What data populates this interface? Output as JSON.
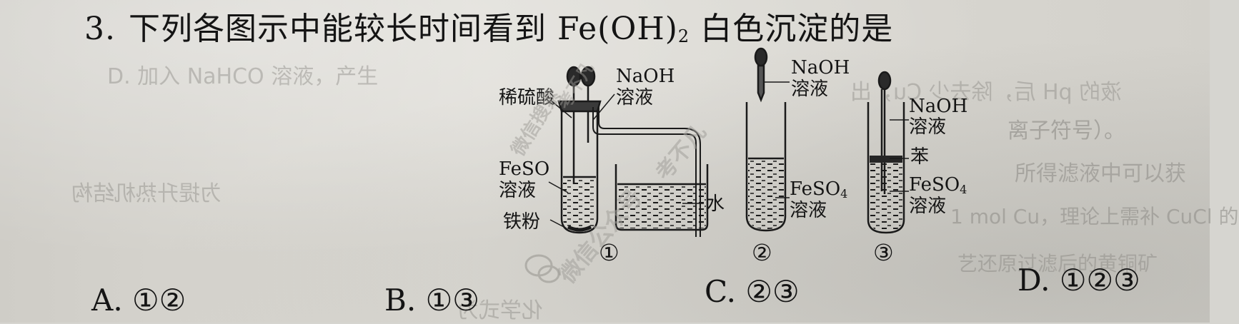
{
  "question": {
    "number": "3.",
    "text_before": "下列各图示中能较长时间看到 Fe(OH)",
    "subscript": "2",
    "text_after": " 白色沉淀的是"
  },
  "figure": {
    "apparatus1": {
      "dilute_acid": "稀硫酸",
      "naoh_line1": "NaOH",
      "naoh_line2": "溶液",
      "feso_line1": "FeSO",
      "feso_line2": "溶液",
      "iron_powder": "铁粉",
      "water": "水",
      "marker": "①"
    },
    "apparatus2": {
      "naoh_line1": "NaOH",
      "naoh_line2": "溶液",
      "feso4_line1": "FeSO",
      "feso4_sub": "4",
      "feso4_line2": "溶液",
      "marker": "②"
    },
    "apparatus3": {
      "naoh_line1": "NaOH",
      "naoh_line2": "溶液",
      "benzene": "苯",
      "feso4_line1": "FeSO",
      "feso4_sub": "4",
      "feso4_line2": "溶液",
      "marker": "③"
    }
  },
  "options": {
    "A": "A. ①②",
    "B": "B. ①③",
    "C": "C. ②③",
    "D": "D. ①②③"
  },
  "watermark": {
    "text1": "微信搜索",
    "text2": "考不凡",
    "text3": "微信公众号",
    "text4": "考不凡"
  },
  "bleed_through": {
    "line1": "D. 加入 NaHCO 溶液，产生",
    "line2": "液的 pH 后，除去少 Cu，出",
    "line3": "离子符号）。",
    "line4": "所得滤液中可以获",
    "line5": "1 mol Cu，理论上需补 CuCl 的",
    "line6": "艺还原过滤后的黄铜矿",
    "line7": "为提升热机结构",
    "line8": "化学式为"
  }
}
